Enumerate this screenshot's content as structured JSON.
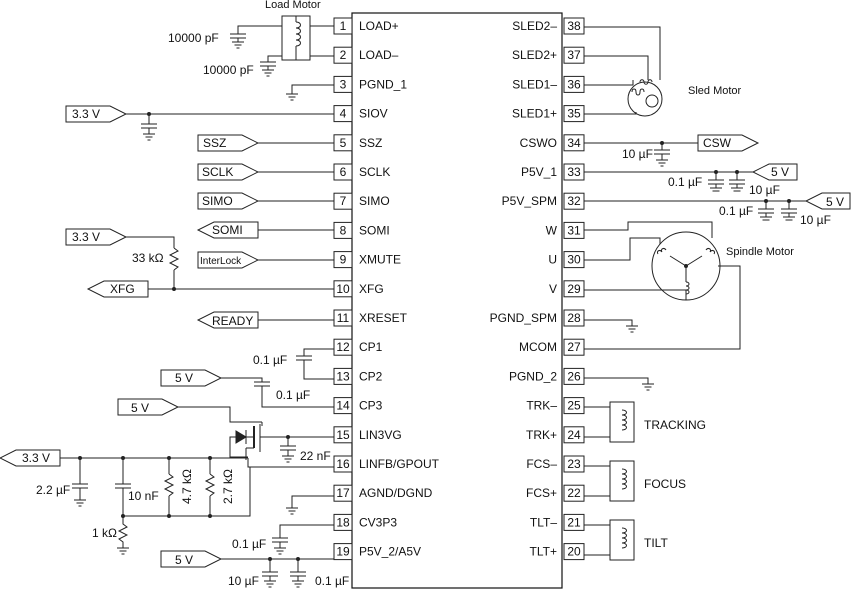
{
  "component_titles": {
    "load_motor": "Load Motor",
    "sled_motor": "Sled Motor",
    "spindle_motor": "Spindle Motor",
    "tracking": "TRACKING",
    "focus": "FOCUS",
    "tilt": "TILT"
  },
  "left_pins": [
    {
      "num": "1",
      "name": "LOAD+"
    },
    {
      "num": "2",
      "name": "LOAD–"
    },
    {
      "num": "3",
      "name": "PGND_1"
    },
    {
      "num": "4",
      "name": "SIOV"
    },
    {
      "num": "5",
      "name": "SSZ"
    },
    {
      "num": "6",
      "name": "SCLK"
    },
    {
      "num": "7",
      "name": "SIMO"
    },
    {
      "num": "8",
      "name": "SOMI"
    },
    {
      "num": "9",
      "name": "XMUTE"
    },
    {
      "num": "10",
      "name": "XFG"
    },
    {
      "num": "11",
      "name": "XRESET"
    },
    {
      "num": "12",
      "name": "CP1"
    },
    {
      "num": "13",
      "name": "CP2"
    },
    {
      "num": "14",
      "name": "CP3"
    },
    {
      "num": "15",
      "name": "LIN3VG"
    },
    {
      "num": "16",
      "name": "LINFB/GPOUT"
    },
    {
      "num": "17",
      "name": "AGND/DGND"
    },
    {
      "num": "18",
      "name": "CV3P3"
    },
    {
      "num": "19",
      "name": "P5V_2/A5V"
    }
  ],
  "right_pins": [
    {
      "num": "38",
      "name": "SLED2–"
    },
    {
      "num": "37",
      "name": "SLED2+"
    },
    {
      "num": "36",
      "name": "SLED1–"
    },
    {
      "num": "35",
      "name": "SLED1+"
    },
    {
      "num": "34",
      "name": "CSWO"
    },
    {
      "num": "33",
      "name": "P5V_1"
    },
    {
      "num": "32",
      "name": "P5V_SPM"
    },
    {
      "num": "31",
      "name": "W"
    },
    {
      "num": "30",
      "name": "U"
    },
    {
      "num": "29",
      "name": "V"
    },
    {
      "num": "28",
      "name": "PGND_SPM"
    },
    {
      "num": "27",
      "name": "MCOM"
    },
    {
      "num": "26",
      "name": "PGND_2"
    },
    {
      "num": "25",
      "name": "TRK–"
    },
    {
      "num": "24",
      "name": "TRK+"
    },
    {
      "num": "23",
      "name": "FCS–"
    },
    {
      "num": "22",
      "name": "FCS+"
    },
    {
      "num": "21",
      "name": "TLT–"
    },
    {
      "num": "20",
      "name": "TLT+"
    }
  ],
  "nets": {
    "siov_supply": "3.3 V",
    "ssz": "SSZ",
    "sclk": "SCLK",
    "simo": "SIMO",
    "somi": "SOMI",
    "interlock": "InterLock",
    "pullup_supply": "3.3 V",
    "xfg": "XFG",
    "ready": "READY",
    "cp2_supply": "5 V",
    "fet_supply": "5 V",
    "lin_out": "3.3 V",
    "a5v_supply": "5 V",
    "csw": "CSW",
    "p5v1_supply": "5 V",
    "p5vspm_supply": "5 V"
  },
  "values": {
    "c_load1": "10000 pF",
    "c_load2": "10000 pF",
    "r_pullup": "33 kΩ",
    "c_cp12": "0.1 µF",
    "c_cp3": "0.1 µF",
    "c_lin3vg": "22 nF",
    "c_out": "2.2 µF",
    "c_fb": "10 nF",
    "r_47k": "4.7 kΩ",
    "r_27k": "2.7 kΩ",
    "r_1k": "1 kΩ",
    "c_cv3p3": "0.1 µF",
    "c_a5v_10u": "10 µF",
    "c_a5v_01u": "0.1 µF",
    "c_cswo": "10 µF",
    "c_p5v1_01": "0.1 µF",
    "c_p5v1_10": "10 µF",
    "c_p5vspm_01": "0.1 µF",
    "c_p5vspm_10": "10 µF"
  }
}
